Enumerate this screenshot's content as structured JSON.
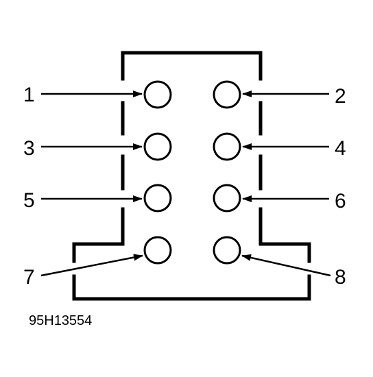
{
  "connector": {
    "pins": [
      {
        "number": "1"
      },
      {
        "number": "2"
      },
      {
        "number": "3"
      },
      {
        "number": "4"
      },
      {
        "number": "5"
      },
      {
        "number": "6"
      },
      {
        "number": "7"
      },
      {
        "number": "8"
      }
    ]
  },
  "figure_code": "95H13554",
  "colors": {
    "line": "#000000",
    "background": "#ffffff"
  }
}
